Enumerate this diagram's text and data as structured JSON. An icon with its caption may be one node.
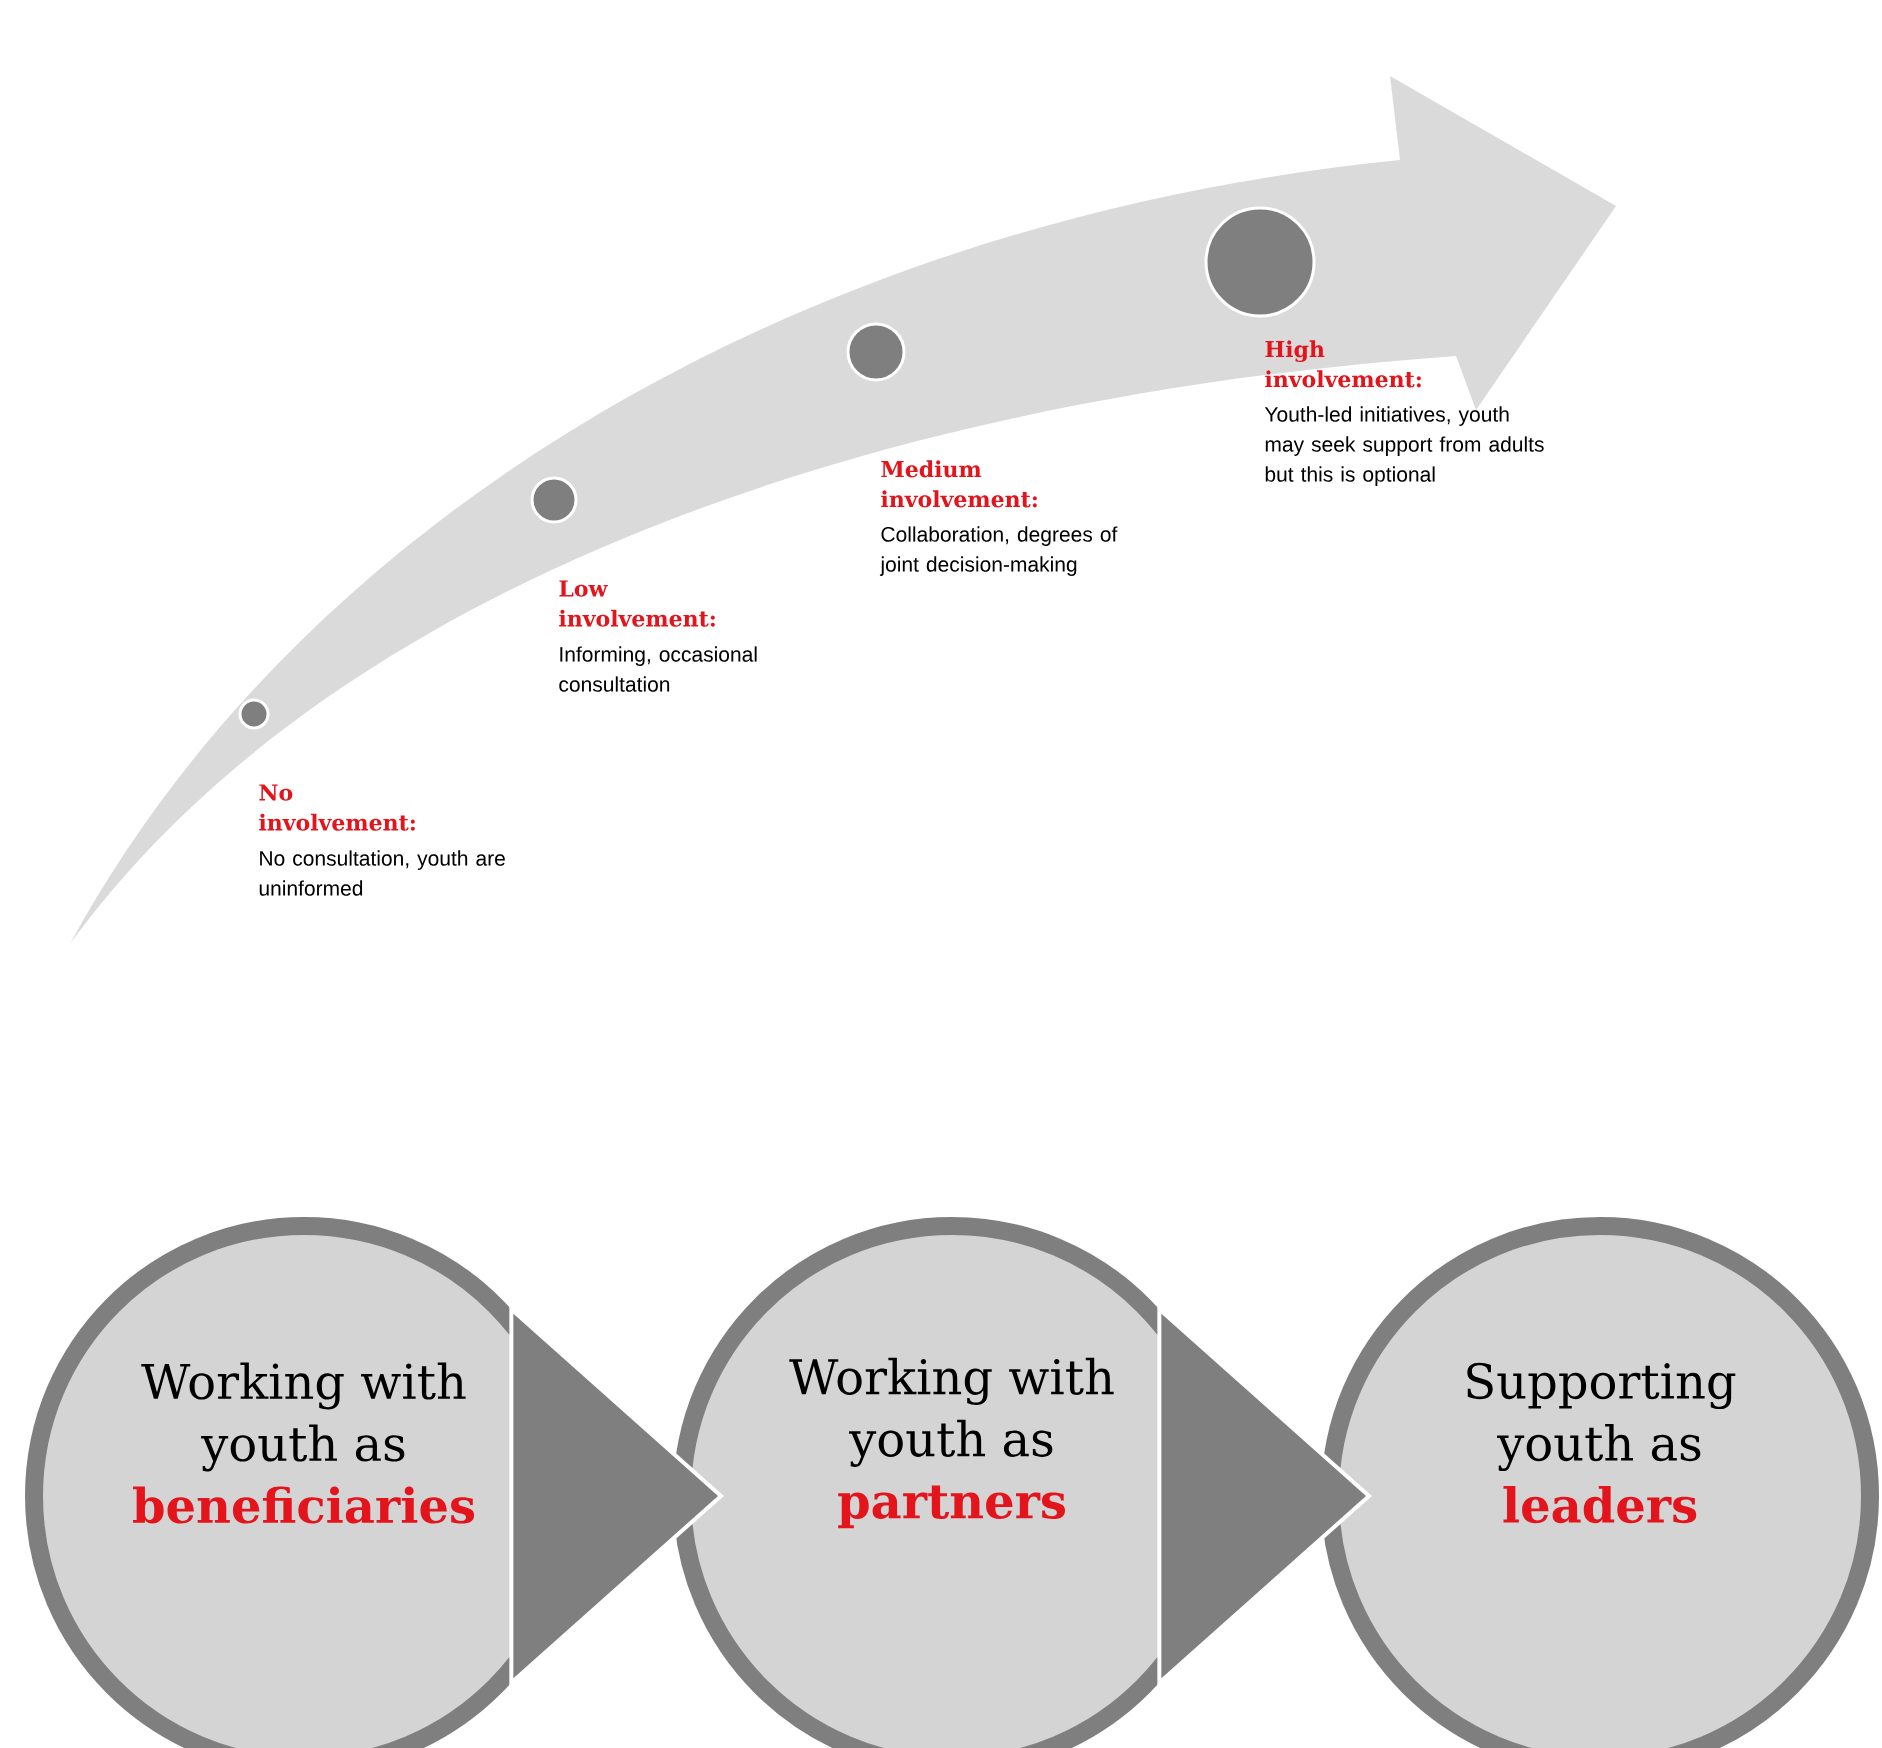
{
  "diagram": {
    "nodes": [
      {
        "text": [],
        "shape": "circle",
        "beside": [
          "No involvement:",
          "No consultation, youth are uninformed"
        ]
      },
      {
        "text": [],
        "shape": "circle",
        "beside": [
          "Low involvement:",
          "Informing, occasional consultation"
        ]
      },
      {
        "text": [],
        "shape": "circle",
        "beside": [
          "Medium involvement:",
          "Collaboration, degrees of joint decision-making"
        ]
      },
      {
        "text": [],
        "shape": "circle",
        "beside": [
          "High involvement:",
          "Youth-led initiatives, youth may seek support from adults but this is optional"
        ]
      },
      {
        "text": [
          "Working with youth as",
          "beneficiaries"
        ]
      },
      {
        "text": [
          "Working with youth as",
          "partners"
        ]
      },
      {
        "text": [
          "Supporting youth as",
          "leaders"
        ]
      }
    ],
    "edges": [
      {
        "from": 4,
        "to": 5,
        "arrow": "to"
      },
      {
        "from": 5,
        "to": 6,
        "arrow": "to"
      }
    ]
  }
}
